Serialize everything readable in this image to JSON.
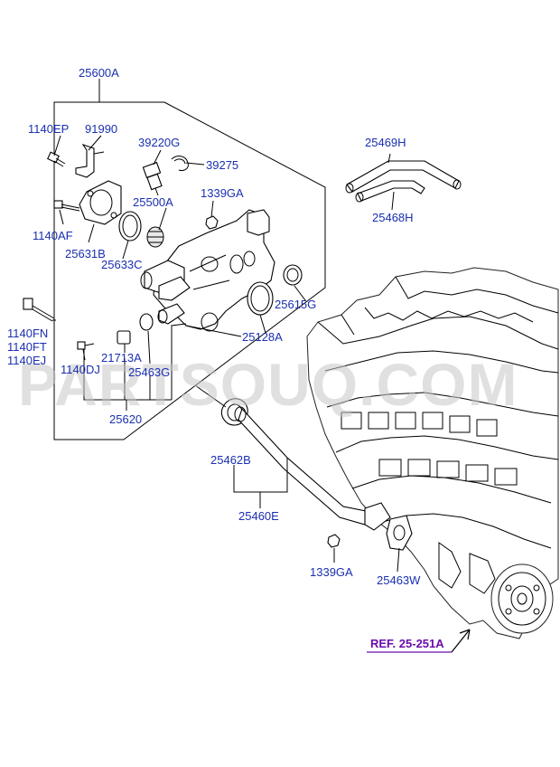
{
  "diagram": {
    "group_label": "25600A",
    "parts": {
      "p1140EP": "1140EP",
      "p91990": "91990",
      "p39220G": "39220G",
      "p39275": "39275",
      "p1339GA_top": "1339GA",
      "p25500A": "25500A",
      "p1140AF": "1140AF",
      "p25631B": "25631B",
      "p25633C": "25633C",
      "p25615G": "25615G",
      "p25128A": "25128A",
      "p1140FN": "1140FN",
      "p1140FT": "1140FT",
      "p1140EJ": "1140EJ",
      "p21713A": "21713A",
      "p1140DJ": "1140DJ",
      "p25463G": "25463G",
      "p25620": "25620",
      "p25469H": "25469H",
      "p25468H": "25468H",
      "p25462B": "25462B",
      "p25460E": "25460E",
      "p1339GA_bottom": "1339GA",
      "p25463W": "25463W"
    },
    "ref_label": "REF. 25-251A",
    "watermark": "PARTSOUQ.COM",
    "colors": {
      "label": "#1a2fb0",
      "ref": "#6a0dad",
      "line": "#000000"
    }
  }
}
